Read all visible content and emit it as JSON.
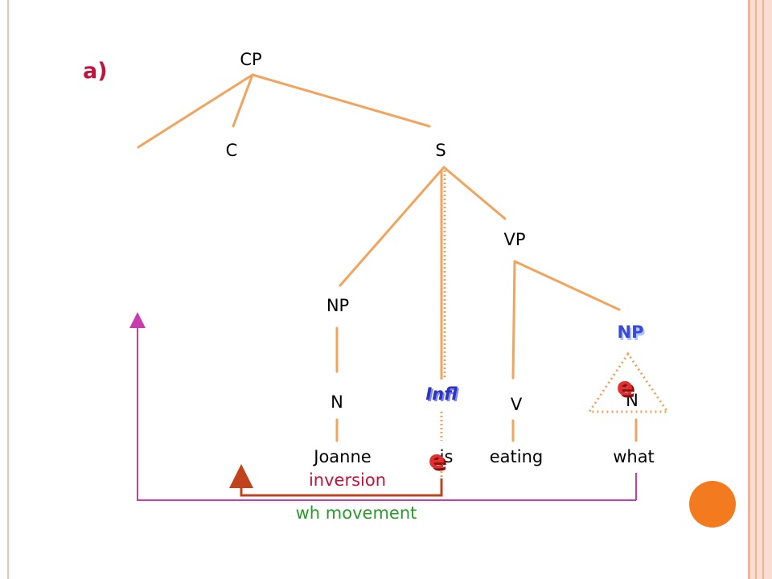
{
  "slide": {
    "label": "a)",
    "colors": {
      "branch": "#f2a35c",
      "label": "#000000",
      "slide_label": "#c0143c",
      "trace": "#e03030",
      "moved_node": "#3a49d8",
      "wh_arrow": "#c83cb0",
      "inversion_arrow": "#c0431e",
      "inversion_text": "#c0143c",
      "wh_text": "#2a9a2a",
      "accent_circle": "#f47a20"
    }
  },
  "tree": {
    "nodes": {
      "cp": "CP",
      "c": "C",
      "s": "S",
      "vp": "VP",
      "np_subject": "NP",
      "np_object": "NP",
      "n_subject": "N",
      "infl": "Infl",
      "v": "V",
      "n_object": "N"
    },
    "words": {
      "joanne": "Joanne",
      "is": "is",
      "eating": "eating",
      "what": "what"
    },
    "traces": {
      "object": "e",
      "infl": "e"
    }
  },
  "movements": {
    "inversion_label": "inversion",
    "wh_label": "wh movement"
  }
}
